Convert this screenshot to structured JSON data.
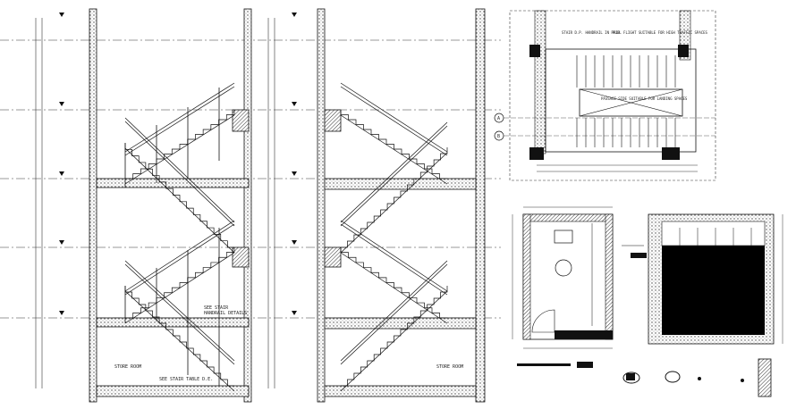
{
  "left_section": {
    "label_stair": "SEE STAIR",
    "label_handrail": "HANDRAIL DETAILS",
    "label_room": "STORE ROOM",
    "label_bottom": "SEE STAIR TABLE D.E."
  },
  "middle_section": {
    "label_room": "STORE ROOM"
  },
  "plan": {
    "note_left": "STAIR D.P. HANDRAIL IN PAIR",
    "note_right": "FULL FLIGHT SUITABLE FOR HIGH TRAFFIC SPACES",
    "note_center": "PASSAGE SIDE SUITABLE FOR LANDING SPACES",
    "grid_a": "A",
    "grid_b": "B"
  },
  "colors": {
    "line": "#111111",
    "hatch": "#555555",
    "dim": "#333333"
  }
}
